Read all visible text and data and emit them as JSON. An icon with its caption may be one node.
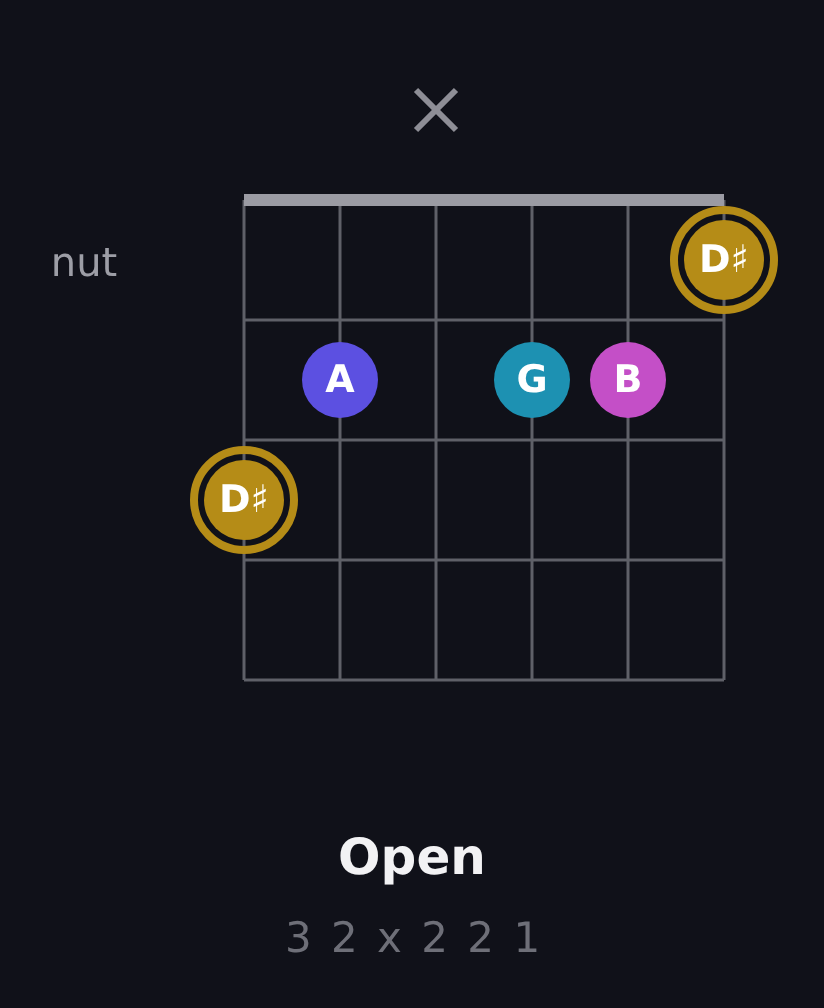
{
  "diagram": {
    "title": "Open",
    "nodes": [
      {
        "text": [
          "D♯"
        ]
      },
      {
        "text": [
          "A"
        ]
      },
      {
        "text": [
          "G"
        ]
      },
      {
        "text": [
          "B"
        ]
      },
      {
        "text": [
          "D♯"
        ]
      }
    ],
    "labels": [
      "nut",
      "3 2 x 2 2 1"
    ]
  }
}
